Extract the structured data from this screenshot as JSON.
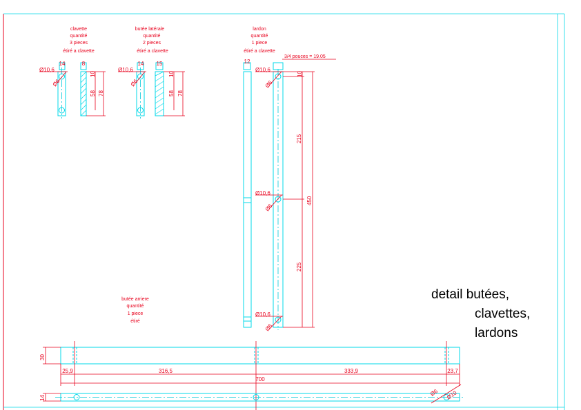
{
  "notes": {
    "clavette": [
      "clavette",
      "quantité",
      "3 pieces",
      "étiré a clavette"
    ],
    "butee_laterale": [
      "butée latérale",
      "quantité",
      "2 pieces",
      "étiré a clavette"
    ],
    "lardon": [
      "lardon",
      "quantité",
      "1 piece",
      "étiré a clavette"
    ],
    "butee_arriere": [
      "butée arriere",
      "quantité",
      "1 piece",
      "étiré"
    ]
  },
  "title_block": [
    "detail butées,",
    "clavettes,",
    "lardons"
  ],
  "dimensions": {
    "clavette": {
      "w1": "14",
      "w2": "8",
      "d_outer": "Ø10,6",
      "d_inner": "Ø6",
      "h_top": "10",
      "h_mid": "58",
      "h_total": "78"
    },
    "butee": {
      "w1": "14",
      "w2": "15",
      "d_outer": "Ø10,6",
      "d_inner": "Ø6",
      "h_top": "10",
      "h_mid": "58",
      "h_total": "78"
    },
    "lardon": {
      "w": "12",
      "conversion": "3/4 pouces = 19.05",
      "d_outer": "Ø10,6",
      "d_inner": "Ø6",
      "h_top": "10",
      "h_seg1": "215",
      "h_seg2": "225",
      "h_total": "450"
    },
    "arriere": {
      "height": "30",
      "seg1": "25,9",
      "seg2": "316,5",
      "seg3": "333,9",
      "seg4": "23,7",
      "total": "700",
      "thick": "14",
      "d_inner": "Ø6",
      "d_outer": "Ø10"
    }
  },
  "colors": {
    "dimension": "#e8001c",
    "geometry": "#00d8e8",
    "text": "#000000"
  }
}
